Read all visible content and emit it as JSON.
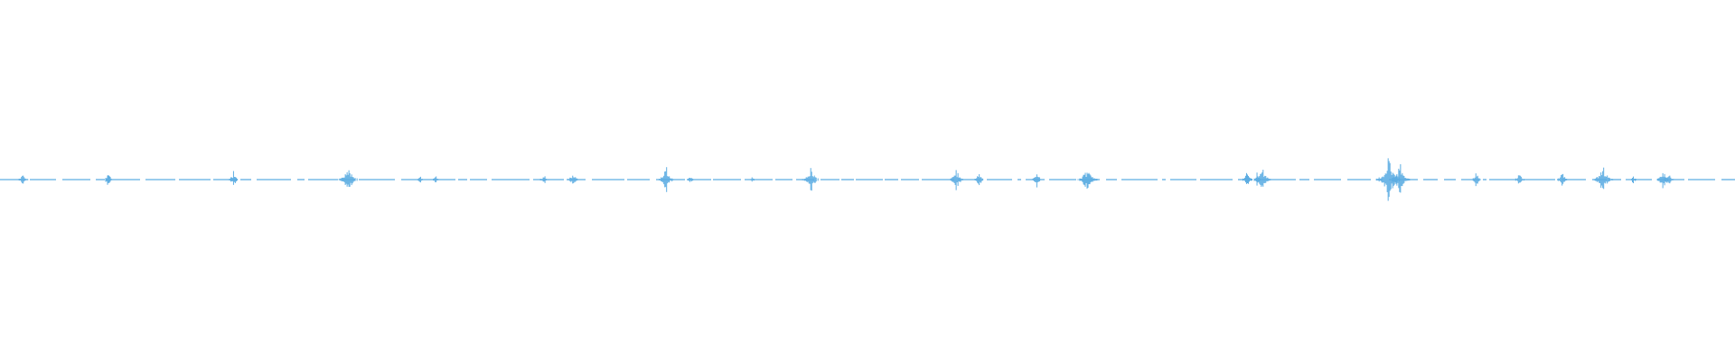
{
  "waveform": {
    "color": "#5dade2",
    "background": "#ffffff",
    "events": [
      {
        "t": 0.0134,
        "amp": 0.05
      },
      {
        "t": 0.0625,
        "amp": 0.05
      },
      {
        "t": 0.1346,
        "amp": 0.05
      },
      {
        "t": 0.2009,
        "amp": 0.11
      },
      {
        "t": 0.2423,
        "amp": 0.03
      },
      {
        "t": 0.2513,
        "amp": 0.03
      },
      {
        "t": 0.3138,
        "amp": 0.04
      },
      {
        "t": 0.3304,
        "amp": 0.06
      },
      {
        "t": 0.3839,
        "amp": 0.09
      },
      {
        "t": 0.398,
        "amp": 0.025
      },
      {
        "t": 0.4337,
        "amp": 0.025
      },
      {
        "t": 0.4675,
        "amp": 0.09
      },
      {
        "t": 0.551,
        "amp": 0.08
      },
      {
        "t": 0.5644,
        "amp": 0.05
      },
      {
        "t": 0.5976,
        "amp": 0.05
      },
      {
        "t": 0.6269,
        "amp": 0.11
      },
      {
        "t": 0.7188,
        "amp": 0.06
      },
      {
        "t": 0.7245,
        "amp": 0.05
      },
      {
        "t": 0.7277,
        "amp": 0.09
      },
      {
        "t": 0.8004,
        "amp": 0.16
      },
      {
        "t": 0.8068,
        "amp": 0.12
      },
      {
        "t": 0.8508,
        "amp": 0.055
      },
      {
        "t": 0.8757,
        "amp": 0.05
      },
      {
        "t": 0.9005,
        "amp": 0.055
      },
      {
        "t": 0.9241,
        "amp": 0.11
      },
      {
        "t": 0.9413,
        "amp": 0.03
      },
      {
        "t": 0.9585,
        "amp": 0.07
      },
      {
        "t": 0.9617,
        "amp": 0.06
      }
    ]
  }
}
